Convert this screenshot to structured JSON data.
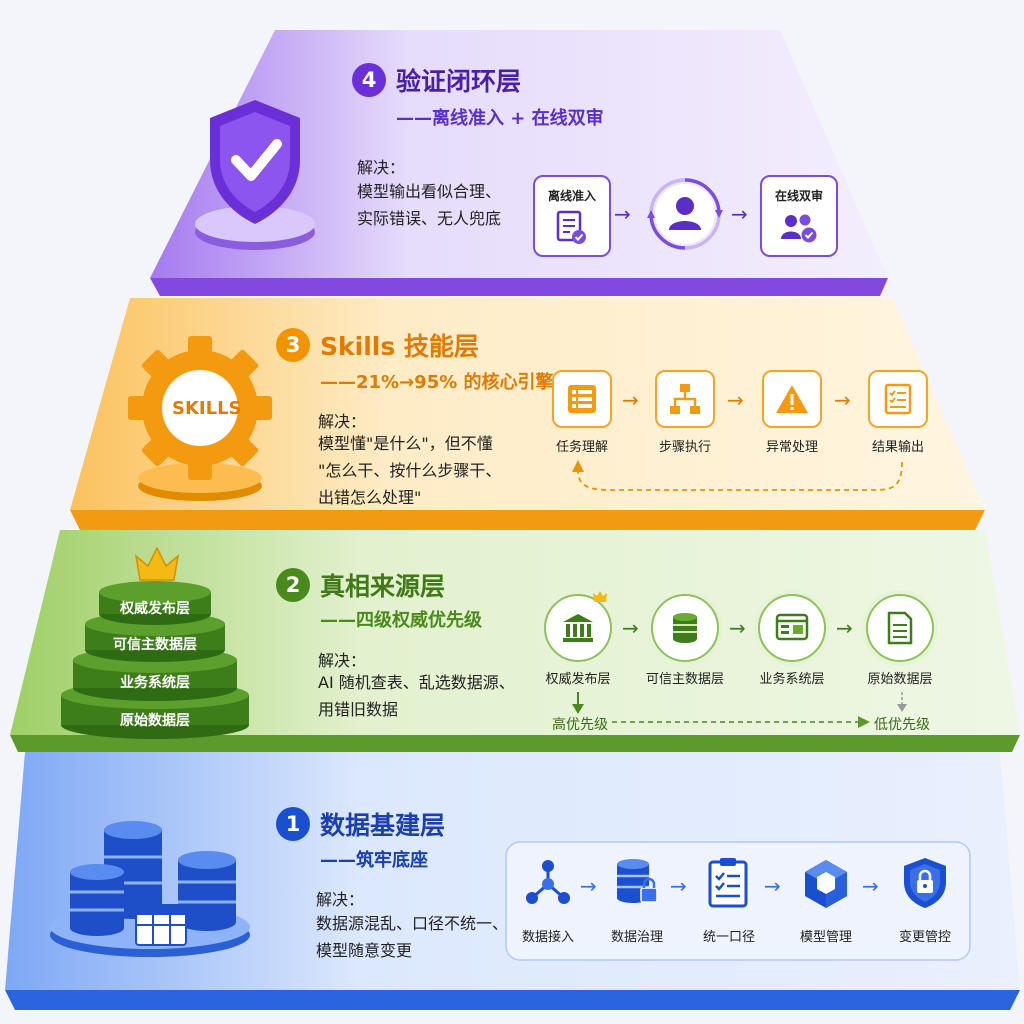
{
  "layers": {
    "l4": {
      "num": "4",
      "title": "验证闭环层",
      "subtitle": "——离线准入 + 在线双审",
      "solve_label": "解决：",
      "solve_lines": [
        "模型输出看似合理、",
        "实际错误、无人兜底"
      ],
      "steps": [
        "离线准入",
        "在线双审"
      ],
      "color": "#7b3fe0"
    },
    "l3": {
      "num": "3",
      "title": "Skills 技能层",
      "subtitle": "——21%→95% 的核心引擎",
      "solve_label": "解决：",
      "solve_lines": [
        "模型懂\"是什么\"，但不懂",
        "\"怎么干、按什么步骤干、",
        "出错怎么处理\""
      ],
      "badge": "SKILLS",
      "steps": [
        "任务理解",
        "步骤执行",
        "异常处理",
        "结果输出"
      ],
      "color": "#f29400"
    },
    "l2": {
      "num": "2",
      "title": "真相来源层",
      "subtitle": "——四级权威优先级",
      "solve_label": "解决：",
      "solve_lines": [
        "AI 随机查表、乱选数据源、",
        "用错旧数据"
      ],
      "stack": [
        "权威发布层",
        "可信主数据层",
        "业务系统层",
        "原始数据层"
      ],
      "steps": [
        "权威发布层",
        "可信主数据层",
        "业务系统层",
        "原始数据层"
      ],
      "high_priority": "高优先级",
      "low_priority": "低优先级",
      "color": "#4a8a1c"
    },
    "l1": {
      "num": "1",
      "title": "数据基建层",
      "subtitle": "——筑牢底座",
      "solve_label": "解决：",
      "solve_lines": [
        "数据源混乱、口径不统一、",
        "模型随意变更"
      ],
      "steps": [
        "数据接入",
        "数据治理",
        "统一口径",
        "模型管理",
        "变更管控"
      ],
      "color": "#1a4fd0"
    }
  },
  "icons": {
    "l4": [
      "shield-check-icon",
      "document-check-icon",
      "user-cycle-icon",
      "users-check-icon"
    ],
    "l3": [
      "gear-icon",
      "list-icon",
      "flowchart-icon",
      "warning-icon",
      "checklist-icon"
    ],
    "l2": [
      "crown-icon",
      "bank-icon",
      "database-icon",
      "browser-window-icon",
      "document-icon"
    ],
    "l1": [
      "database-cluster-icon",
      "node-graph-icon",
      "database-lock-icon",
      "clipboard-check-icon",
      "cube-icon",
      "shield-lock-icon"
    ]
  }
}
